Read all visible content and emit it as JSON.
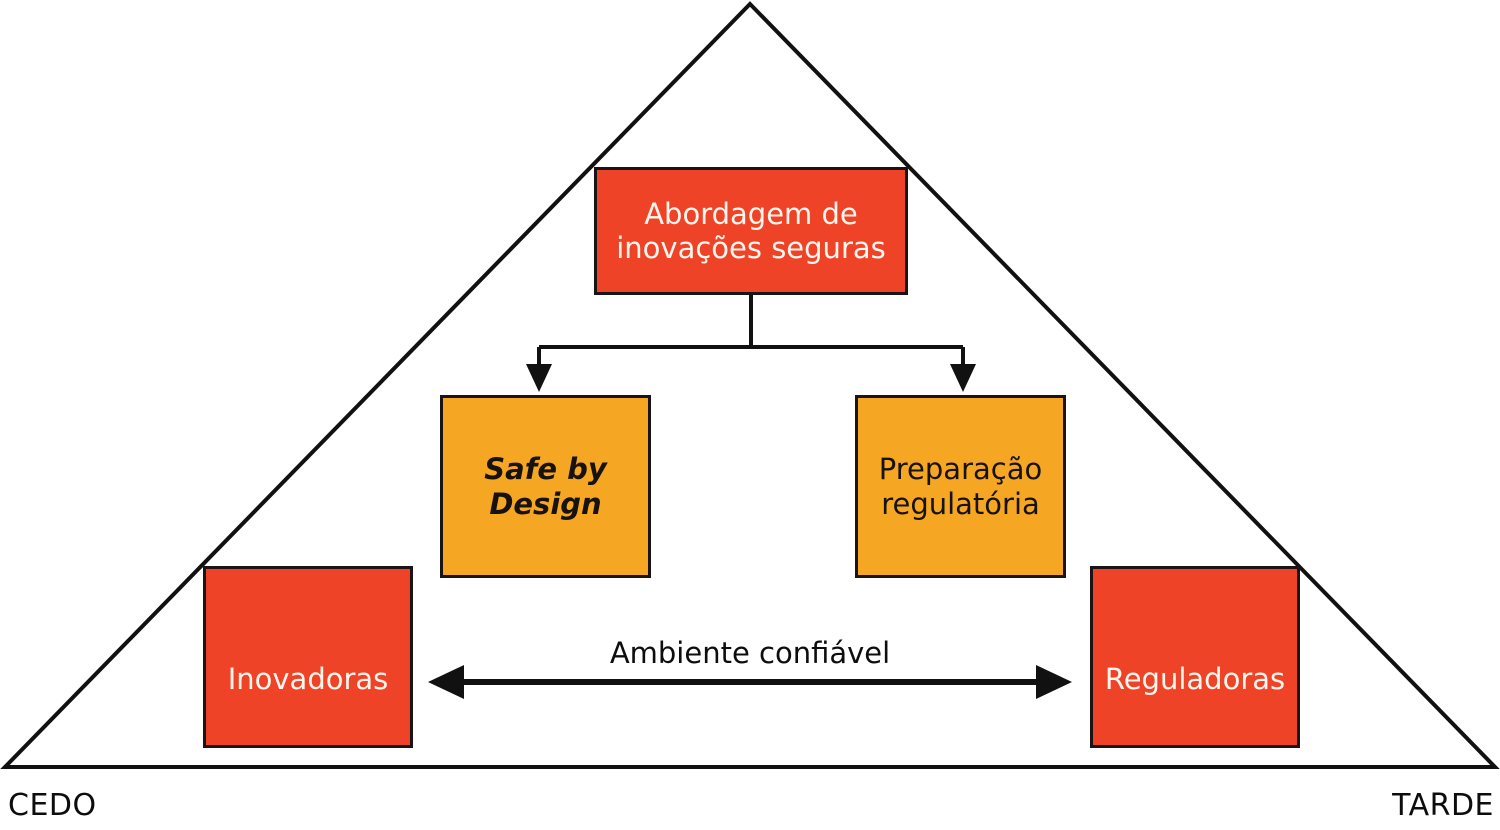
{
  "diagram": {
    "title_shape": "triangle-outline",
    "colors": {
      "red": "#EF4328",
      "orange": "#F5A623",
      "outline": "#1A1416",
      "text_light": "#FDF6EE",
      "text_dark": "#18120F"
    },
    "top_box": {
      "label": "Abordagem de\ninovações seguras",
      "color": "#EF4328"
    },
    "middle_boxes": [
      {
        "label": "Safe by\nDesign",
        "color": "#F5A623",
        "style": "italic"
      },
      {
        "label": "Preparação\nregulatória",
        "color": "#F5A623",
        "style": "normal"
      }
    ],
    "bottom_boxes": [
      {
        "label": "Inovadoras",
        "color": "#EF4328"
      },
      {
        "label": "Reguladoras",
        "color": "#EF4328"
      }
    ],
    "connector_arrow": {
      "label": "Ambiente confiável",
      "type": "double-headed-horizontal-arrow"
    },
    "axis_labels": {
      "left": "CEDO",
      "right": "TARDE"
    }
  }
}
